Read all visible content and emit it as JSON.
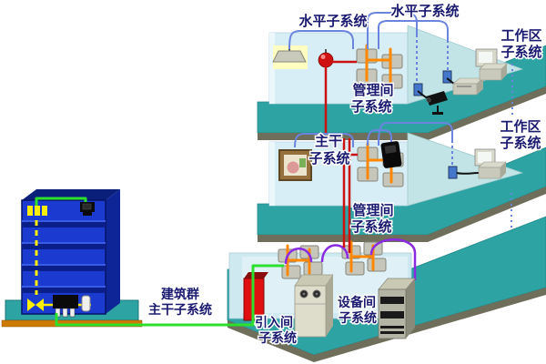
{
  "diagram_type": "structured-cabling-system",
  "background": "#ffffff",
  "labels": {
    "horizontal_1": "水平子系统",
    "horizontal_2": "水平子系统",
    "workarea_top": {
      "line1": "工作区",
      "line2": "子系统"
    },
    "workarea_mid": {
      "line1": "工作区",
      "line2": "子系统"
    },
    "management_top": {
      "line1": "管理间",
      "line2": "子系统"
    },
    "management_mid": {
      "line1": "管理间",
      "line2": "子系统"
    },
    "backbone": {
      "line1": "主干",
      "line2": "子系统"
    },
    "campus": {
      "line1": "建筑群",
      "line2": "主干子系统"
    },
    "entrance": {
      "line1": "引入间",
      "line2": "子系统"
    },
    "equipment": {
      "line1": "设备间",
      "line2": "子系统"
    }
  },
  "palette": {
    "floor_surface": "#2da3a3",
    "floor_edge": "#6e6e5a",
    "back_wall": "#d8eef7",
    "partition_wall": "#c2e4e6",
    "building_blue": "#1a3ad0",
    "label_text": "#1a1a70",
    "cable_horizontal_blue": "#6b84de",
    "cable_backbone_red": "#cc1111",
    "cable_campus_green": "#2ee02e",
    "cable_equipment_purple": "#8a2be2",
    "cable_crossconnect_orange": "#ff8800",
    "cable_riser_yellow": "#ffee00",
    "alarm_sphere_red": "#d01010",
    "protector_red": "#e01010",
    "platform_orange": "#cc7a00"
  },
  "icon_names": [
    "office-building",
    "ceiling-lamp",
    "alarm-sphere",
    "cross-connect-panel",
    "wall-outlet",
    "security-camera",
    "printer",
    "desktop-computer",
    "wall-painting",
    "wall-phone",
    "cable-protector-box",
    "pbx-cabinet",
    "server-rack",
    "riser-cable",
    "campus-cable"
  ]
}
